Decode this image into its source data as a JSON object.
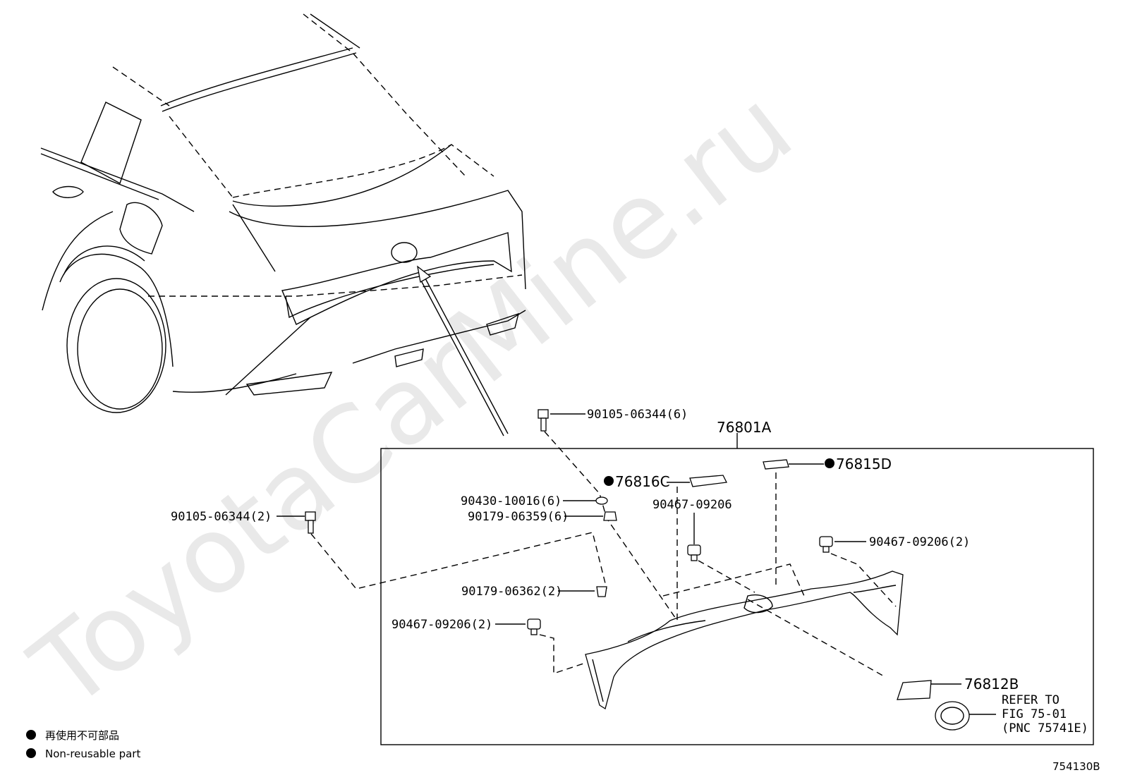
{
  "watermark": "ToyotaCarMine.ru",
  "assembly_label": "76801A",
  "figure_number": "754130B",
  "part_labels": {
    "p1": "90105-06344(6)",
    "p2": "90105-06344(2)",
    "p3": "76816C",
    "p4": "76815D",
    "p5": "90430-10016(6)",
    "p6": "90179-06359(6)",
    "p7": "90467-09206",
    "p8": "90467-09206(2)",
    "p9": "90179-06362(2)",
    "p10": "90467-09206(2)",
    "p11": "76812B"
  },
  "refer_note": {
    "line1": "REFER TO",
    "line2": "FIG 75-01",
    "line3": "(PNC 75741E)"
  },
  "legend": {
    "japanese": "再使用不可部品",
    "english": "Non-reusable part"
  }
}
